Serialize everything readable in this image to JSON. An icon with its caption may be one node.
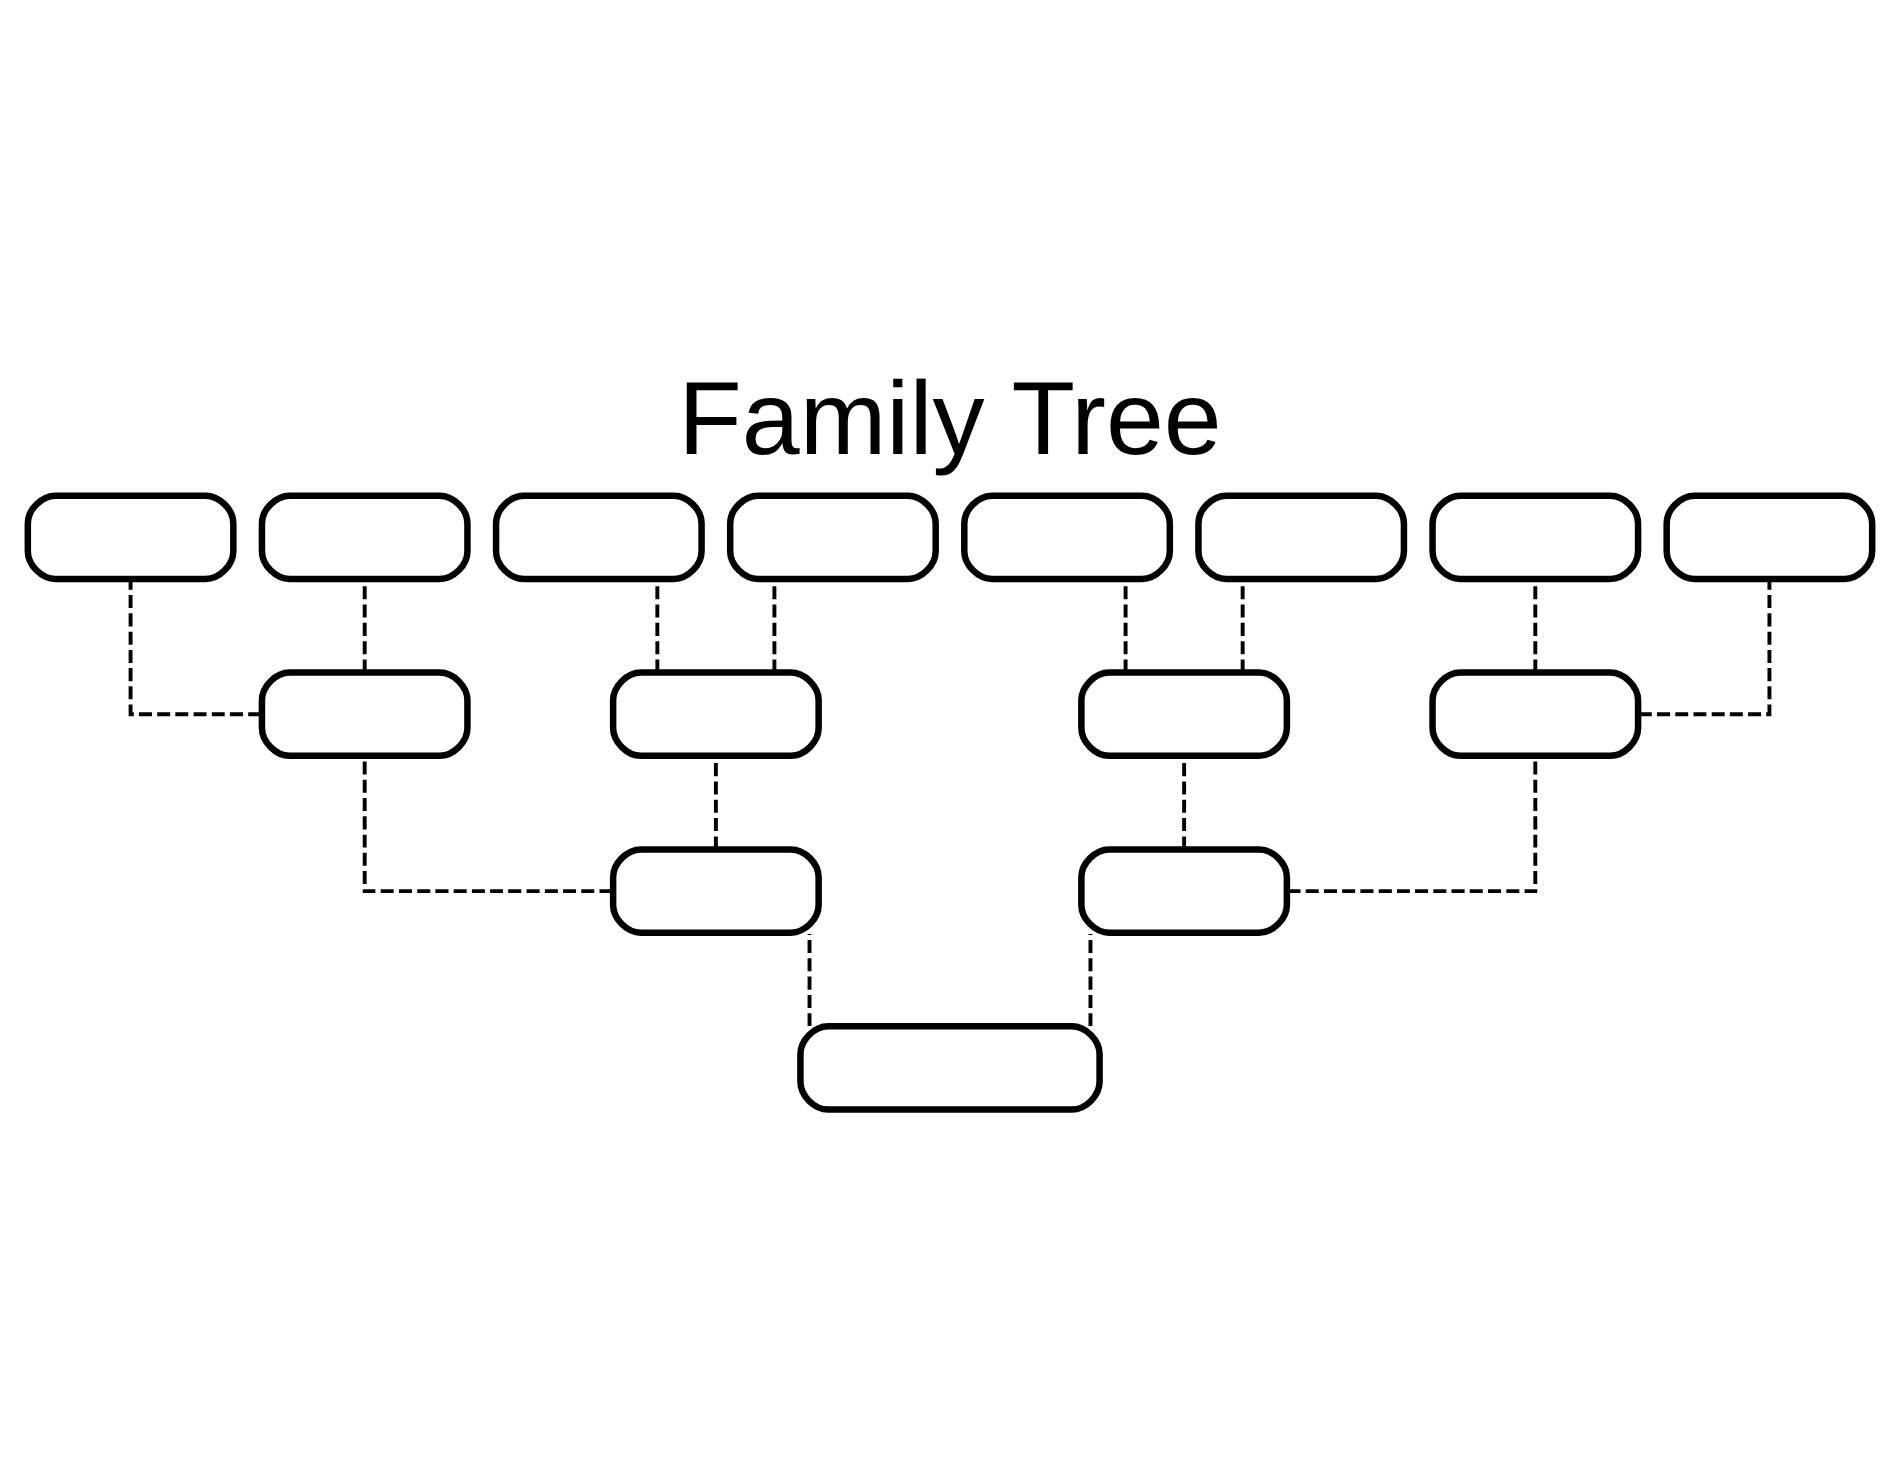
{
  "diagram": {
    "title": "Family Tree",
    "nodes": [
      {
        "text": [],
        "shape": "box"
      },
      {
        "text": [],
        "shape": "box"
      },
      {
        "text": [],
        "shape": "box"
      },
      {
        "text": [],
        "shape": "box"
      },
      {
        "text": [],
        "shape": "box"
      },
      {
        "text": [],
        "shape": "box"
      },
      {
        "text": [],
        "shape": "box"
      },
      {
        "text": [],
        "shape": "box"
      },
      {
        "text": [],
        "shape": "box"
      },
      {
        "text": [],
        "shape": "box"
      },
      {
        "text": [],
        "shape": "box"
      },
      {
        "text": [],
        "shape": "box"
      },
      {
        "text": [],
        "shape": "box"
      },
      {
        "text": [],
        "shape": "box"
      },
      {
        "text": [],
        "shape": "box"
      }
    ],
    "edges": [
      {
        "from": 0,
        "to": 8,
        "arrow": "none",
        "style": "dashed"
      },
      {
        "from": 1,
        "to": 8,
        "arrow": "none",
        "style": "dashed"
      },
      {
        "from": 2,
        "to": 9,
        "arrow": "none",
        "style": "dashed"
      },
      {
        "from": 3,
        "to": 9,
        "arrow": "none",
        "style": "dashed"
      },
      {
        "from": 4,
        "to": 10,
        "arrow": "none",
        "style": "dashed"
      },
      {
        "from": 5,
        "to": 10,
        "arrow": "none",
        "style": "dashed"
      },
      {
        "from": 6,
        "to": 11,
        "arrow": "none",
        "style": "dashed"
      },
      {
        "from": 7,
        "to": 11,
        "arrow": "none",
        "style": "dashed"
      },
      {
        "from": 8,
        "to": 12,
        "arrow": "none",
        "style": "dashed"
      },
      {
        "from": 9,
        "to": 12,
        "arrow": "none",
        "style": "dashed"
      },
      {
        "from": 10,
        "to": 13,
        "arrow": "none",
        "style": "dashed"
      },
      {
        "from": 11,
        "to": 13,
        "arrow": "none",
        "style": "dashed"
      },
      {
        "from": 12,
        "to": 14,
        "arrow": "none",
        "style": "dashed"
      },
      {
        "from": 13,
        "to": 14,
        "arrow": "none",
        "style": "dashed"
      }
    ]
  }
}
